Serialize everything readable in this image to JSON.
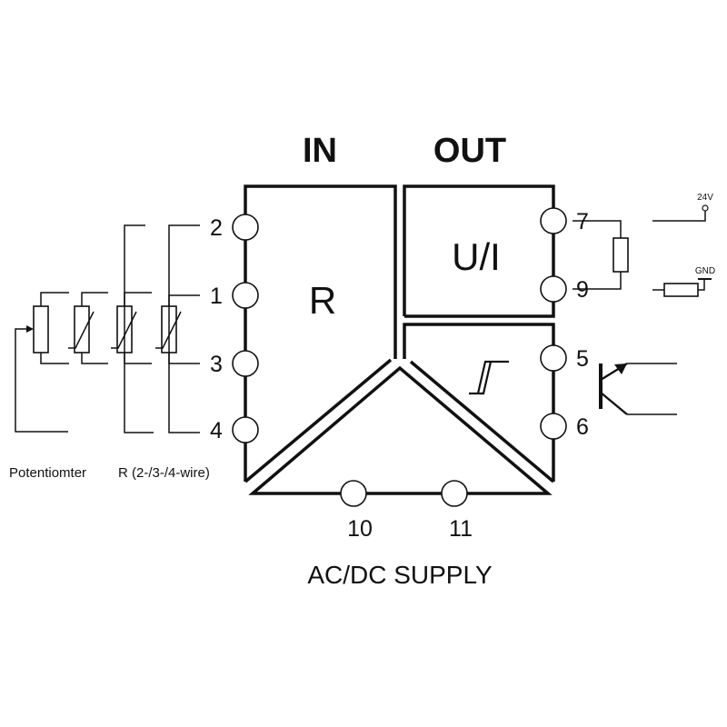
{
  "headings": {
    "in": "IN",
    "out": "OUT"
  },
  "blocks": {
    "input": "R",
    "output": "U/I"
  },
  "terminals": {
    "t2": "2",
    "t1": "1",
    "t3": "3",
    "t4": "4",
    "t7": "7",
    "t9": "9",
    "t5": "5",
    "t6": "6",
    "t10": "10",
    "t11": "11"
  },
  "supply": "AC/DC  SUPPLY",
  "captions": {
    "potentiometer": "Potentiomter",
    "rtd": "R  (2-/3-/4-wire)"
  },
  "rails": {
    "v24": "24V",
    "gnd": "GND"
  }
}
